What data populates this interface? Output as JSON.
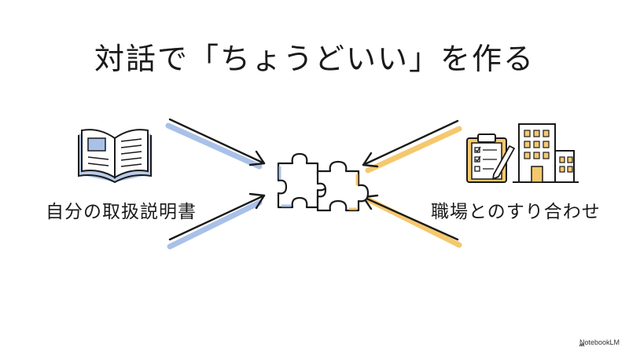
{
  "title": "対話で「ちょうどいい」を作る",
  "left_label": "自分の取扱説明書",
  "right_label": "職場とのすり合わせ",
  "footer": "NotebookLM",
  "colors": {
    "blue_accent": "#a9c1e8",
    "yellow_accent": "#f5c86e",
    "ink": "#1a1a1a",
    "book_fill": "#b8cbe8"
  },
  "icons": {
    "left": "open-book-icon",
    "right": "clipboard-and-building-icon",
    "center": "puzzle-pieces-icon",
    "footer": "notebooklm-logo-icon"
  }
}
